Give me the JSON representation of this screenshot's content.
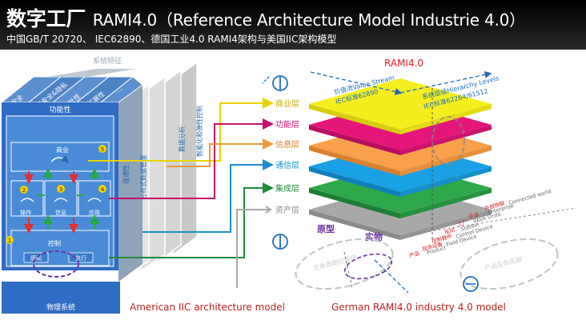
{
  "header": {
    "title_cn": "数字工厂",
    "title_en": "RAMI4.0（Reference Architecture Model Industrie 4.0）",
    "subtitle": "中国GB/T 20720、 IEC62890、德国工业4.0 RAMI4架构与美国IIC架构模型"
  },
  "iic": {
    "caption": "American IIC architecture model",
    "system_features_label": "系统特征",
    "side_labels": [
      "生产安全",
      "信息安全&隐私",
      "健壮性",
      "可扩展性",
      "..."
    ],
    "panel_labels": [
      "智能化和弹性控制",
      "数据分析",
      "分布式数据管理",
      "连通性"
    ],
    "function_title": "功能性",
    "physical_system": "物理系统",
    "boxes": {
      "business": "商业",
      "operation": "操作",
      "information": "信息",
      "application": "应用",
      "control": "控制",
      "sense": "感知",
      "execute": "执行"
    },
    "numbers": [
      "1",
      "2",
      "3",
      "4",
      "5"
    ]
  },
  "rami": {
    "title": "RAMI4.0",
    "caption": "German RAMI4.0 industry 4.0 model",
    "layers": [
      "商业层",
      "功能层",
      "信息层",
      "通信层",
      "集成层",
      "资产层"
    ],
    "layer_colors": [
      "#f4ee1e",
      "#e5167a",
      "#f8a04a",
      "#1aa0e4",
      "#2ea84a",
      "#a8a8a8"
    ],
    "value_stream": "价值流Value Stream",
    "value_stream_std": "IEC标准62890",
    "hierarchy": "系统层级Hierarchy Levels",
    "hierarchy_std": "IEC标准62264/61512",
    "type_label": "原型",
    "instance_label": "实物",
    "hierarchy_levels": [
      {
        "cn": "外部物联",
        "en": "Connected world"
      },
      {
        "cn": "企业",
        "en": "Enterprise"
      },
      {
        "cn": "工厂",
        "en": "Work Units"
      },
      {
        "cn": "车间",
        "en": "Station"
      },
      {
        "cn": "控制器件",
        "en": "Control Device"
      },
      {
        "cn": "现场设备",
        "en": "Field Device"
      },
      {
        "cn": "产品",
        "en": "Product"
      }
    ],
    "lifecycle_left": "生命周期价值链",
    "lifecycle_right": "产品生命周期"
  }
}
